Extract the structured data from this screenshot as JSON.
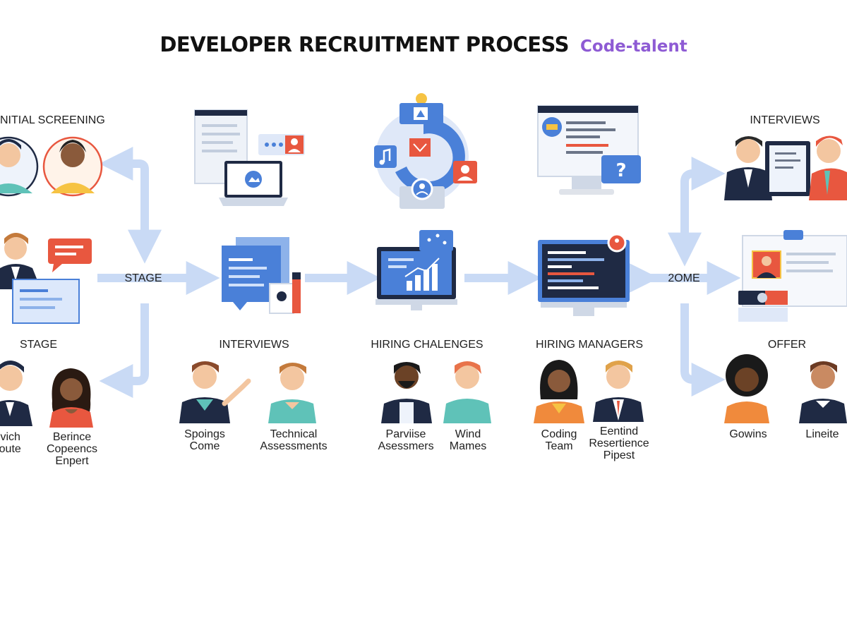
{
  "header": {
    "title": "DEVELOPER RECRUITMENT PROCESS",
    "brand": "Code-talent"
  },
  "colors": {
    "arrow": "#c9daf5",
    "primary_blue": "#4a80d8",
    "navy": "#1f2a44",
    "accent_red": "#e8573f",
    "accent_orange": "#f08a3c",
    "accent_yellow": "#f6c343",
    "teal": "#5fc2b8",
    "brand_purple": "#8e5bd4"
  },
  "section_labels": {
    "initial_screening": "NITIAL SCREENING",
    "stage_left": "STAGE",
    "interviews_mid": "INTERVIEWS",
    "hiring_challenges": "HIRING CHALENGES",
    "hiring_managers": "HIRING MANAGERS",
    "interviews_right": "INTERVIEWS",
    "offer": "OFFER"
  },
  "flow_labels": {
    "stage_arrow": "STAGE",
    "zome_arrow": "2OME"
  },
  "people_captions": {
    "stage_a": "levich\nrroute",
    "stage_b": "Berince\nCopeencs\nEnpert",
    "interviews_a": "Spoings\nCome",
    "interviews_b": "Technical\nAssessments",
    "challenges_a": "Parviise\nAsessmers",
    "challenges_b": "Wind\nMames",
    "managers_a": "Coding\nTeam",
    "managers_b": "Eentind\nResertience\nPipest",
    "offer_a": "Gowins",
    "offer_b": "Lineite"
  },
  "icons": [
    "avatar-icon",
    "chat-bubble-icon",
    "laptop-icon",
    "document-icon",
    "monitor-chart-icon",
    "code-monitor-icon",
    "question-icon",
    "music-note-icon",
    "resume-card-icon",
    "clipboard-icon"
  ]
}
